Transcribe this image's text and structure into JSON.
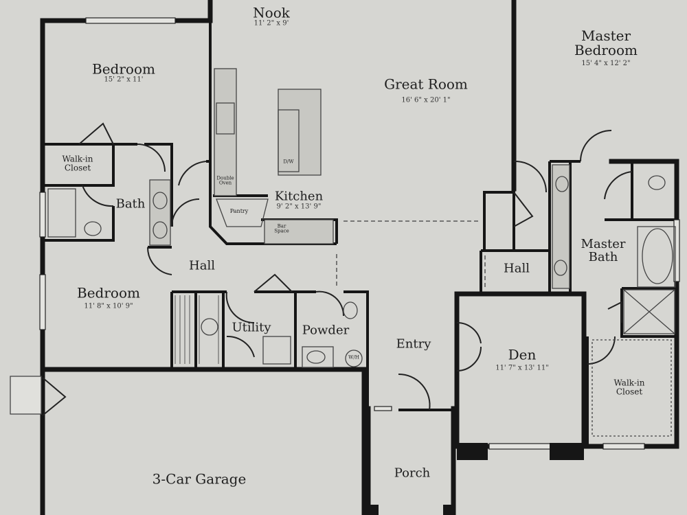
{
  "floorplan": {
    "colors": {
      "background": "#d6d6d2",
      "wall": "#161616",
      "fixture": "#6a6a66",
      "cabinet": "#bdbdb8"
    },
    "rooms": [
      {
        "key": "nook",
        "name": "Nook",
        "dims": "11' 2\" x 9'"
      },
      {
        "key": "bedroom-2",
        "name": "Bedroom",
        "dims": "15' 2\" x 11'"
      },
      {
        "key": "great-room",
        "name": "Great Room",
        "dims": "16' 6\" x 20' 1\""
      },
      {
        "key": "master-bedroom",
        "name_line1": "Master",
        "name_line2": "Bedroom",
        "dims": "15' 4\" x 12' 2\""
      },
      {
        "key": "walk-in-closet-left",
        "name_line1": "Walk-in",
        "name_line2": "Closet"
      },
      {
        "key": "bath",
        "name": "Bath"
      },
      {
        "key": "kitchen",
        "name": "Kitchen",
        "dims": "9' 2\" x 13' 9\""
      },
      {
        "key": "pantry",
        "name": "Pantry"
      },
      {
        "key": "bar-space",
        "name_line1": "Bar",
        "name_line2": "Space"
      },
      {
        "key": "double-oven",
        "name_line1": "Double",
        "name_line2": "Oven"
      },
      {
        "key": "dw",
        "name": "D/W"
      },
      {
        "key": "hall-left",
        "name": "Hall"
      },
      {
        "key": "hall-right",
        "name": "Hall"
      },
      {
        "key": "bedroom-3",
        "name": "Bedroom",
        "dims": "11' 8\" x 10' 9\""
      },
      {
        "key": "utility",
        "name": "Utility"
      },
      {
        "key": "powder",
        "name": "Powder"
      },
      {
        "key": "wh",
        "name": "W/H"
      },
      {
        "key": "entry",
        "name": "Entry"
      },
      {
        "key": "den",
        "name": "Den",
        "dims": "11' 7\" x 13' 11\""
      },
      {
        "key": "master-bath",
        "name_line1": "Master",
        "name_line2": "Bath"
      },
      {
        "key": "walk-in-closet-right",
        "name_line1": "Walk-in",
        "name_line2": "Closet"
      },
      {
        "key": "garage",
        "name": "3-Car Garage"
      },
      {
        "key": "porch",
        "name": "Porch"
      }
    ]
  }
}
